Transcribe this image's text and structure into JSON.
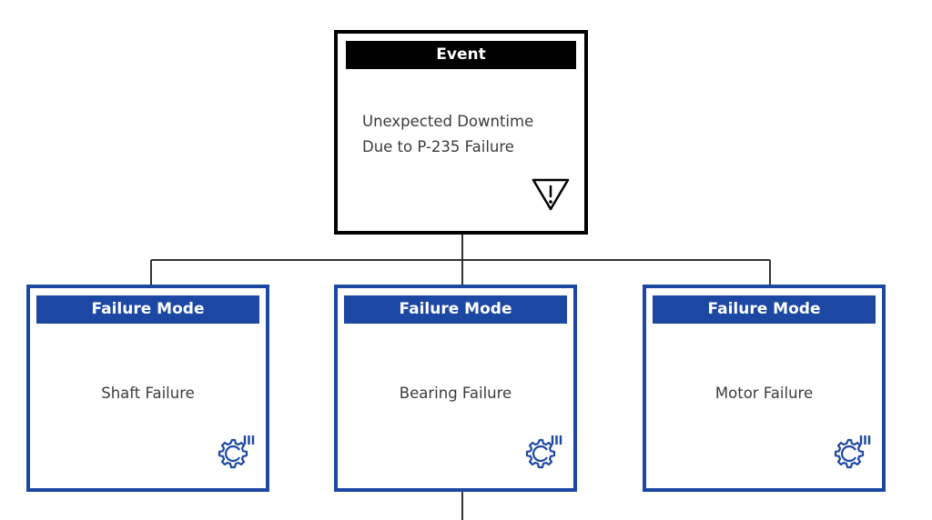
{
  "event": {
    "header": "Event",
    "text_line1": "Unexpected Downtime",
    "text_line2": "Due to P-235 Failure",
    "icon": "warning-triangle-icon"
  },
  "failure_modes": [
    {
      "header": "Failure Mode",
      "label": "Shaft Failure",
      "icon": "gear-settings-icon"
    },
    {
      "header": "Failure Mode",
      "label": "Bearing Failure",
      "icon": "gear-settings-icon"
    },
    {
      "header": "Failure Mode",
      "label": "Motor Failure",
      "icon": "gear-settings-icon"
    }
  ],
  "colors": {
    "event_border": "#000000",
    "failure_mode_blue": "#1c48a3",
    "connector": "#333333"
  }
}
